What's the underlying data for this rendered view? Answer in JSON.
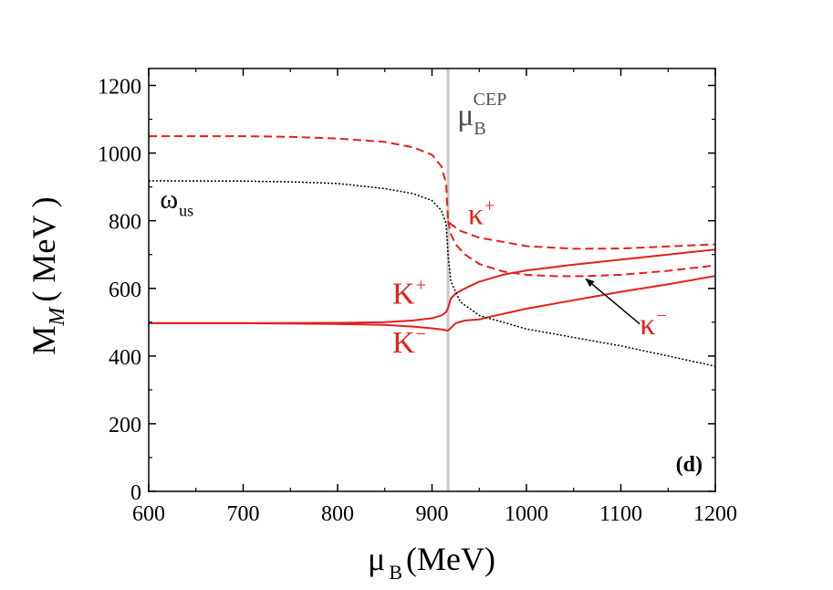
{
  "chart_data": {
    "type": "line",
    "panel_label": "(d)",
    "xlabel": {
      "main": "μ",
      "sub": "B",
      "unit": "(MeV)"
    },
    "ylabel": {
      "main": "M",
      "sub": "M",
      "unit": "( MeV )"
    },
    "xlim": [
      600,
      1200
    ],
    "ylim": [
      0,
      1250
    ],
    "xticks": [
      600,
      700,
      800,
      900,
      1000,
      1100,
      1200
    ],
    "yticks": [
      0,
      200,
      400,
      600,
      800,
      1000,
      1200
    ],
    "minor_tick_step_x": 50,
    "minor_tick_step_y": 100,
    "cep_line": {
      "x": 917,
      "color": "#c8c8c8",
      "label": "μ",
      "label_sub": "B",
      "label_sup": "CEP"
    },
    "colors": {
      "kaon": "#e3201b",
      "omega": "#000000",
      "cep": "#c8c8c8"
    },
    "series": [
      {
        "name": "K⁺",
        "name_base": "K",
        "name_sup": "+",
        "style": "solid",
        "color": "#e3201b",
        "x": [
          600,
          700,
          800,
          850,
          880,
          900,
          910,
          915,
          917
        ],
        "y": [
          497,
          497,
          498,
          500,
          505,
          512,
          520,
          530,
          542
        ]
      },
      {
        "name": "K⁻",
        "name_base": "K",
        "name_sup": "−",
        "style": "solid",
        "color": "#e3201b",
        "x": [
          600,
          700,
          800,
          850,
          880,
          900,
          910,
          917
        ],
        "y": [
          497,
          497,
          495,
          492,
          487,
          482,
          479,
          475
        ]
      },
      {
        "name": "κ⁺ (upper, solid)",
        "style": "solid",
        "color": "#e3201b",
        "x": [
          917,
          920,
          925,
          935,
          950,
          975,
          1000,
          1050,
          1100,
          1150,
          1200
        ],
        "y": [
          542,
          570,
          585,
          600,
          620,
          640,
          653,
          670,
          685,
          700,
          715
        ]
      },
      {
        "name": "κ⁻ (lower, solid)",
        "style": "solid",
        "color": "#e3201b",
        "x": [
          917,
          925,
          935,
          950,
          960,
          1000,
          1050,
          1100,
          1150,
          1200
        ],
        "y": [
          475,
          497,
          505,
          508,
          515,
          540,
          565,
          590,
          612,
          637
        ]
      },
      {
        "name": "κ⁺",
        "name_base": "κ",
        "name_sup": "+",
        "style": "dashed",
        "color": "#e3201b",
        "x": [
          600,
          700,
          750,
          800,
          850,
          880,
          900,
          910,
          915,
          917,
          920,
          930,
          950,
          1000,
          1050,
          1100,
          1150,
          1200
        ],
        "y": [
          1050,
          1050,
          1048,
          1043,
          1033,
          1017,
          995,
          960,
          910,
          800,
          790,
          770,
          750,
          725,
          717,
          718,
          724,
          730
        ]
      },
      {
        "name": "κ⁻",
        "name_base": "κ",
        "name_sup": "−",
        "style": "dashed",
        "color": "#e3201b",
        "x": [
          917,
          920,
          925,
          935,
          950,
          975,
          1000,
          1030,
          1060,
          1100,
          1150,
          1200
        ],
        "y": [
          800,
          760,
          730,
          700,
          672,
          650,
          640,
          636,
          636,
          640,
          652,
          668
        ]
      },
      {
        "name": "ω_us",
        "name_base": "ω",
        "name_sub": "us",
        "style": "dotted",
        "color": "#000000",
        "x": [
          600,
          700,
          750,
          800,
          850,
          880,
          900,
          910,
          915,
          917,
          920,
          930,
          950,
          1000,
          1050,
          1100,
          1150,
          1200
        ],
        "y": [
          918,
          917,
          915,
          910,
          895,
          880,
          860,
          830,
          790,
          700,
          620,
          560,
          520,
          480,
          455,
          430,
          400,
          370
        ]
      }
    ],
    "annotations": [
      {
        "text_base": "ω",
        "text_sub": "us",
        "x": 612,
        "y": 838,
        "color": "#000000"
      },
      {
        "text_base": "κ",
        "text_sup": "+",
        "x": 938,
        "y": 790,
        "color": "#e3201b"
      },
      {
        "text_base": "K",
        "text_sup": "+",
        "x": 858,
        "y": 555,
        "color": "#e3201b"
      },
      {
        "text_base": "K",
        "text_sup": "−",
        "x": 858,
        "y": 410,
        "color": "#e3201b"
      },
      {
        "text_base": "κ",
        "text_sup": "−",
        "x": 1120,
        "y": 465,
        "color": "#e3201b"
      }
    ],
    "arrow": {
      "from": [
        1120,
        495
      ],
      "to": [
        1063,
        628
      ],
      "color": "#000000"
    }
  }
}
